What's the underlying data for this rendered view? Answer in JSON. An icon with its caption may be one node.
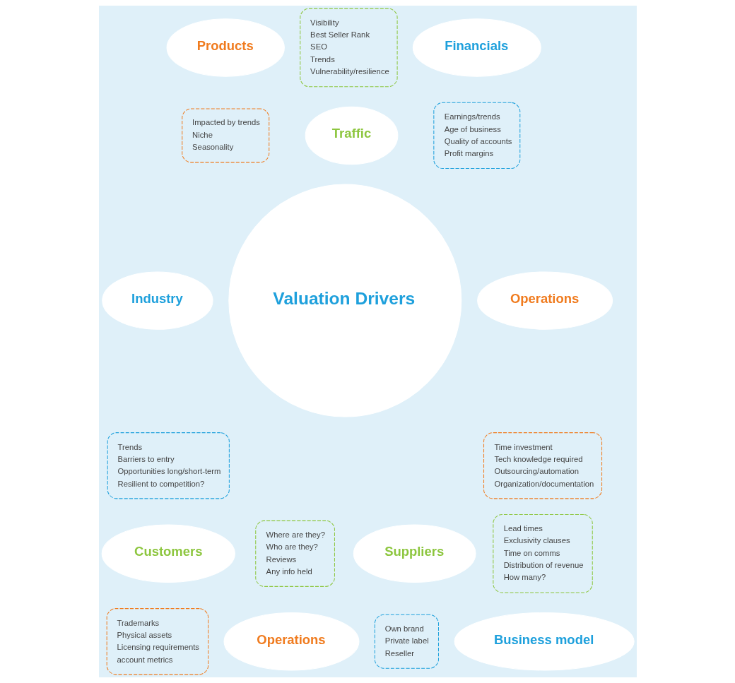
{
  "diagram": {
    "nodes": [
      {
        "text": [
          "Valuation Drivers"
        ]
      },
      {
        "text": [
          "Products"
        ]
      },
      {
        "text": [
          "Impacted by trends",
          "Niche",
          "Seasonality"
        ]
      },
      {
        "text": [
          "Visibility",
          "Best Seller Rank",
          "SEO",
          "Trends",
          "Vulnerability/resilience"
        ]
      },
      {
        "text": [
          "Traffic"
        ]
      },
      {
        "text": [
          "Financials"
        ]
      },
      {
        "text": [
          "Earnings/trends",
          "Age of business",
          "Quality of accounts",
          "Profit margins"
        ]
      },
      {
        "text": [
          "Industry"
        ]
      },
      {
        "text": [
          "Trends",
          "Barriers to entry",
          "Opportunities long/short-term",
          "Resilient to competition?"
        ]
      },
      {
        "text": [
          "Operations"
        ]
      },
      {
        "text": [
          "Time investment",
          "Tech knowledge required",
          "Outsourcing/automation",
          "Organization/documentation"
        ]
      },
      {
        "text": [
          "Customers"
        ]
      },
      {
        "text": [
          "Where are they?",
          "Who are they?",
          "Reviews",
          "Any info held"
        ]
      },
      {
        "text": [
          "Suppliers"
        ]
      },
      {
        "text": [
          "Lead times",
          "Exclusivity clauses",
          "Time on comms",
          "Distribution of revenue",
          "How many?"
        ]
      },
      {
        "text": [
          "Trademarks",
          "Physical assets",
          "Licensing requirements",
          "account metrics"
        ]
      },
      {
        "text": [
          "Operations"
        ]
      },
      {
        "text": [
          "Own brand",
          "Private label",
          "Reseller"
        ]
      },
      {
        "text": [
          "Business model"
        ]
      }
    ],
    "edges": []
  }
}
